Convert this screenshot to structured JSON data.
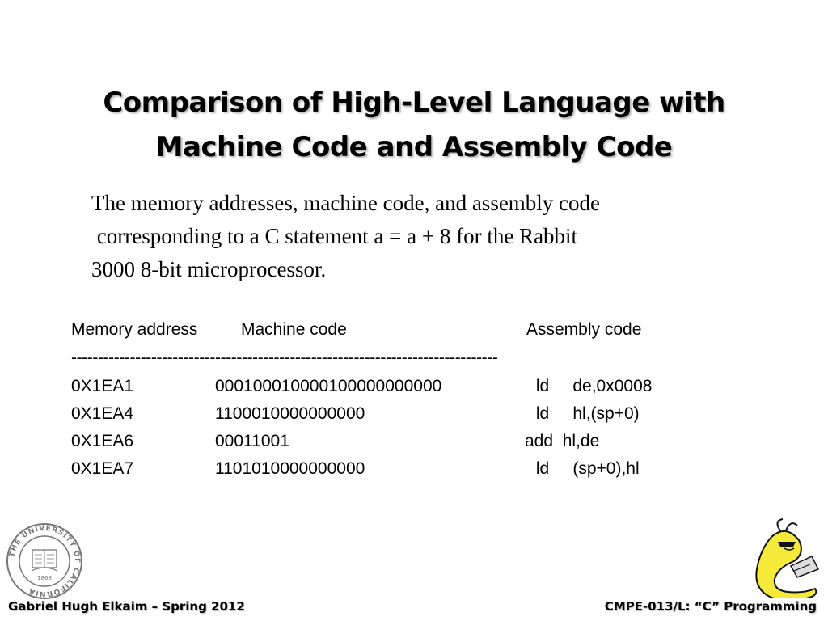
{
  "slide": {
    "title_line1": "Comparison of High-Level Language with",
    "title_line2": "Machine Code and Assembly Code",
    "intro_line1": "The memory addresses, machine code, and assembly code",
    "intro_line2": " corresponding to a C statement a = a + 8 for the Rabbit",
    "intro_line3": "3000 8-bit microprocessor."
  },
  "table": {
    "header_address": "Memory address",
    "header_machine": "Machine code",
    "header_assembly": "Assembly code",
    "separator": "--------------------------------------------------------------------------------",
    "rows": [
      {
        "address": "0X1EA1",
        "machine": "000100010000100000000000",
        "assembly": " ld     de,0x0008"
      },
      {
        "address": "0X1EA4",
        "machine": "1100010000000000",
        "assembly": " ld     hl,(sp+0)"
      },
      {
        "address": "0X1EA6",
        "machine": "00011001",
        "assembly": "add  hl,de"
      },
      {
        "address": "0X1EA7",
        "machine": "1101010000000000",
        "assembly": " ld     (sp+0),hl"
      }
    ]
  },
  "footer": {
    "author": "Gabriel Hugh Elkaim – Spring 2012",
    "course": "CMPE-013/L: “C” Programming"
  },
  "seal": {
    "ring_text": "THE UNIVERSITY OF CALIFORNIA",
    "year": "1868"
  },
  "colors": {
    "mascot_yellow": "#f5e93a",
    "seal_gray": "#777777"
  }
}
